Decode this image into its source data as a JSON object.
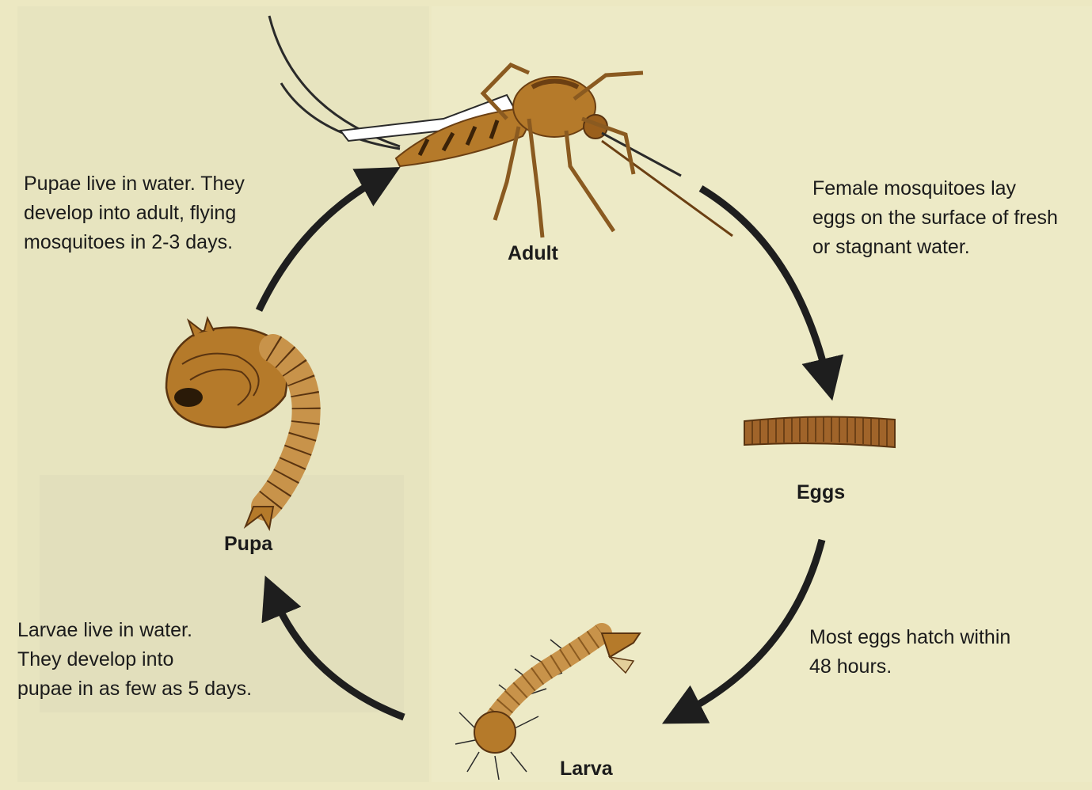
{
  "diagram": {
    "stages": {
      "adult": "Adult",
      "eggs": "Eggs",
      "larva": "Larva",
      "pupa": "Pupa"
    },
    "captions": {
      "adult_to_eggs": "Female mosquitoes lay\neggs on the surface of fresh\nor stagnant water.",
      "eggs_to_larva": "Most eggs hatch within\n48 hours.",
      "larva_to_pupa": "Larvae live in water.\nThey develop into\npupae in as few as 5 days.",
      "pupa_to_adult": "Pupae live in water. They\ndevelop into adult, flying\nmosquitoes in 2-3 days."
    }
  },
  "colors": {
    "background": "#ece8c2",
    "arrow": "#1e1e1e",
    "body_brown": "#b57a2a",
    "dark_brown": "#6b3f12"
  }
}
